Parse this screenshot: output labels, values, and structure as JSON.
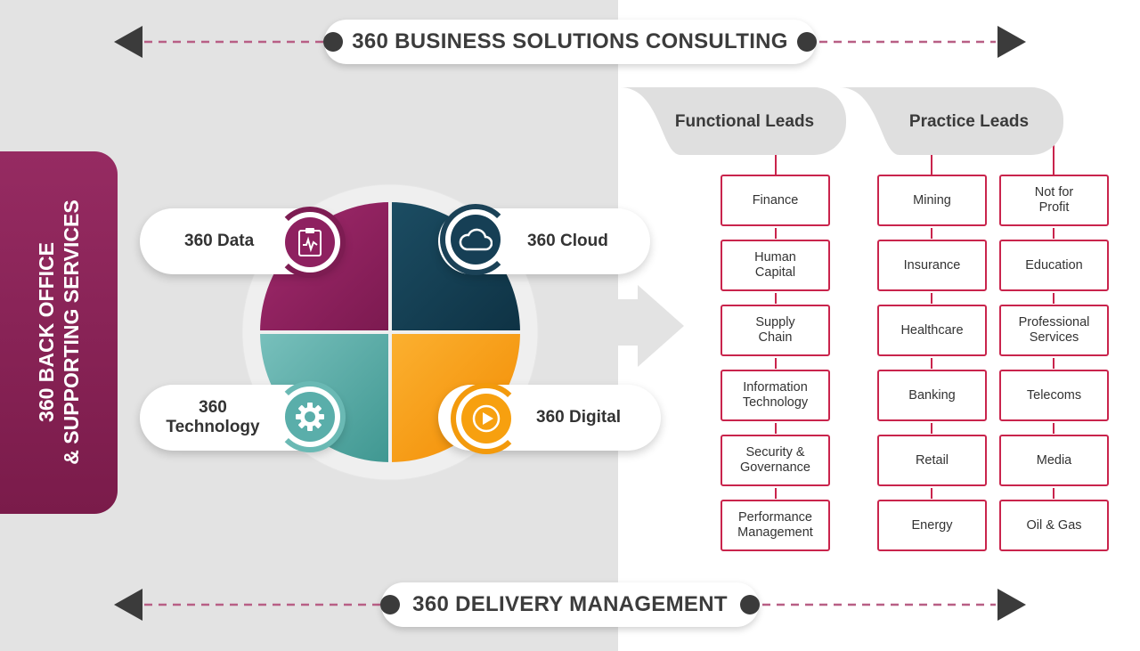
{
  "top_banner": {
    "title": "360 BUSINESS SOLUTIONS CONSULTING"
  },
  "bottom_banner": {
    "title": "360 DELIVERY MANAGEMENT"
  },
  "side_tab": {
    "line1": "360 BACK OFFICE",
    "line2": "& SUPPORTING SERVICES"
  },
  "wheel": {
    "data": {
      "label": "360 Data",
      "color": "#8e2160"
    },
    "cloud": {
      "label": "360 Cloud",
      "color": "#163f55"
    },
    "technology": {
      "label_line1": "360",
      "label_line2": "Technology",
      "color": "#5aaeaa"
    },
    "digital": {
      "label": "360 Digital",
      "color": "#f7a00f"
    }
  },
  "functional_leads": {
    "title": "Functional Leads",
    "items": [
      {
        "line1": "Finance",
        "line2": ""
      },
      {
        "line1": "Human",
        "line2": "Capital"
      },
      {
        "line1": "Supply",
        "line2": "Chain"
      },
      {
        "line1": "Information",
        "line2": "Technology"
      },
      {
        "line1": "Security &",
        "line2": "Governance"
      },
      {
        "line1": "Performance",
        "line2": "Management"
      }
    ]
  },
  "practice_leads": {
    "title": "Practice Leads",
    "column1": [
      {
        "line1": "Mining",
        "line2": ""
      },
      {
        "line1": "Insurance",
        "line2": ""
      },
      {
        "line1": "Healthcare",
        "line2": ""
      },
      {
        "line1": "Banking",
        "line2": ""
      },
      {
        "line1": "Retail",
        "line2": ""
      },
      {
        "line1": "Energy",
        "line2": ""
      }
    ],
    "column2": [
      {
        "line1": "Not for",
        "line2": "Profit"
      },
      {
        "line1": "Education",
        "line2": ""
      },
      {
        "line1": "Professional",
        "line2": "Services"
      },
      {
        "line1": "Telecoms",
        "line2": ""
      },
      {
        "line1": "Media",
        "line2": ""
      },
      {
        "line1": "Oil & Gas",
        "line2": ""
      }
    ]
  },
  "colors": {
    "accent": "#c9244c",
    "brand": "#8e2160",
    "dark": "#3b3b3b"
  }
}
